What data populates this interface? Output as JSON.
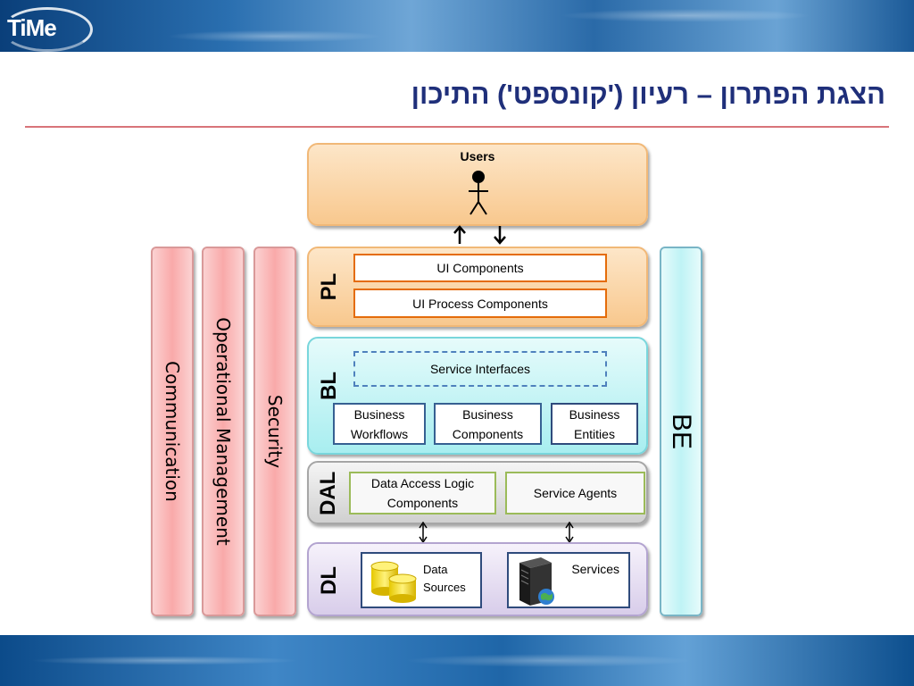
{
  "header": {
    "logo_text": "TiMe",
    "title": "הצגת הפתרון – רעיון ('קונספט') התיכון"
  },
  "diagram": {
    "users": {
      "label": "Users"
    },
    "pillars": {
      "communication": "Communication",
      "operational": "Operational Management",
      "security": "Security",
      "be": "BE"
    },
    "pl": {
      "label": "PL",
      "ui_components": "UI Components",
      "ui_process": "UI Process Components"
    },
    "bl": {
      "label": "BL",
      "service_interfaces": "Service Interfaces",
      "workflows": "Business Workflows",
      "components": "Business Components",
      "entities": "Business Entities"
    },
    "dal": {
      "label": "DAL",
      "data_access": "Data Access Logic Components",
      "service_agents": "Service Agents"
    },
    "dl": {
      "label": "DL",
      "data_sources_1": "Data",
      "data_sources_2": "Sources",
      "services": "Services"
    }
  },
  "colors": {
    "title": "#1f2f7a",
    "orange_border": "#e46c0a",
    "blue_border": "#366092",
    "green_border": "#9bbb59"
  }
}
